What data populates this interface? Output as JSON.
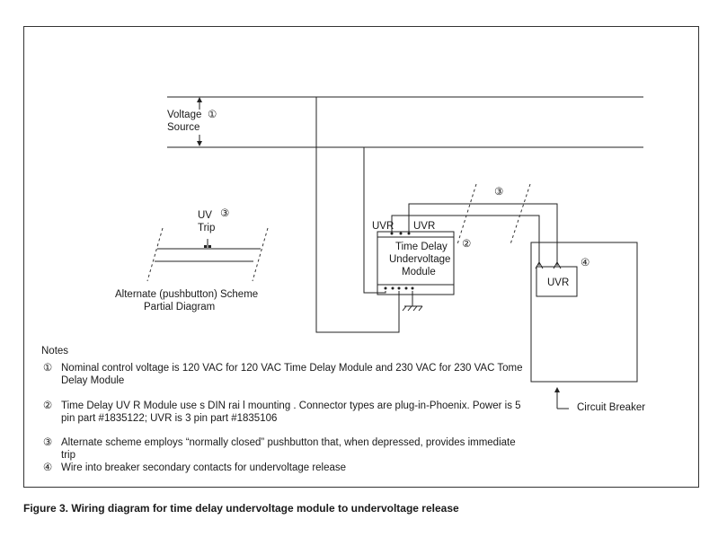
{
  "labels": {
    "voltage_source_line1": "Voltage",
    "voltage_source_num": "①",
    "voltage_source_line2": "Source",
    "uv_trip_line1": "UV",
    "uv_trip_num": "③",
    "uv_trip_line2": "Trip",
    "alt_scheme_line1": "Alternate (pushbutton) Scheme",
    "alt_scheme_line2": "Partial Diagram",
    "uvr_left": "UVR",
    "uvr_right": "UVR",
    "module_line1": "Time Delay",
    "module_line2": "Undervoltage",
    "module_line3": "Module",
    "module_num": "②",
    "scheme_num": "③",
    "breaker_uvr": "UVR",
    "breaker_num": "④",
    "circuit_breaker": "Circuit Breaker"
  },
  "notes": {
    "heading": "Notes",
    "items": [
      {
        "num": "①",
        "text": "Nominal control voltage is 120 VAC for 120 VAC Time Delay Module and 230 VAC for 230 VAC Tome Delay Module"
      },
      {
        "num": "②",
        "text": "Time Delay UV R Module use s DIN rai l mounting . Connector types are plug-in-Phoenix. Power is 5 pin part #1835122; UVR is 3 pin part #1835106"
      },
      {
        "num": "③",
        "text": "Alternate scheme employs “normally closed” pushbutton that, when depressed, provides immediate trip"
      },
      {
        "num": "④",
        "text": "Wire into breaker secondary contacts for undervoltage release"
      }
    ]
  },
  "caption": "Figure 3. Wiring diagram for time delay undervoltage module to undervoltage release"
}
